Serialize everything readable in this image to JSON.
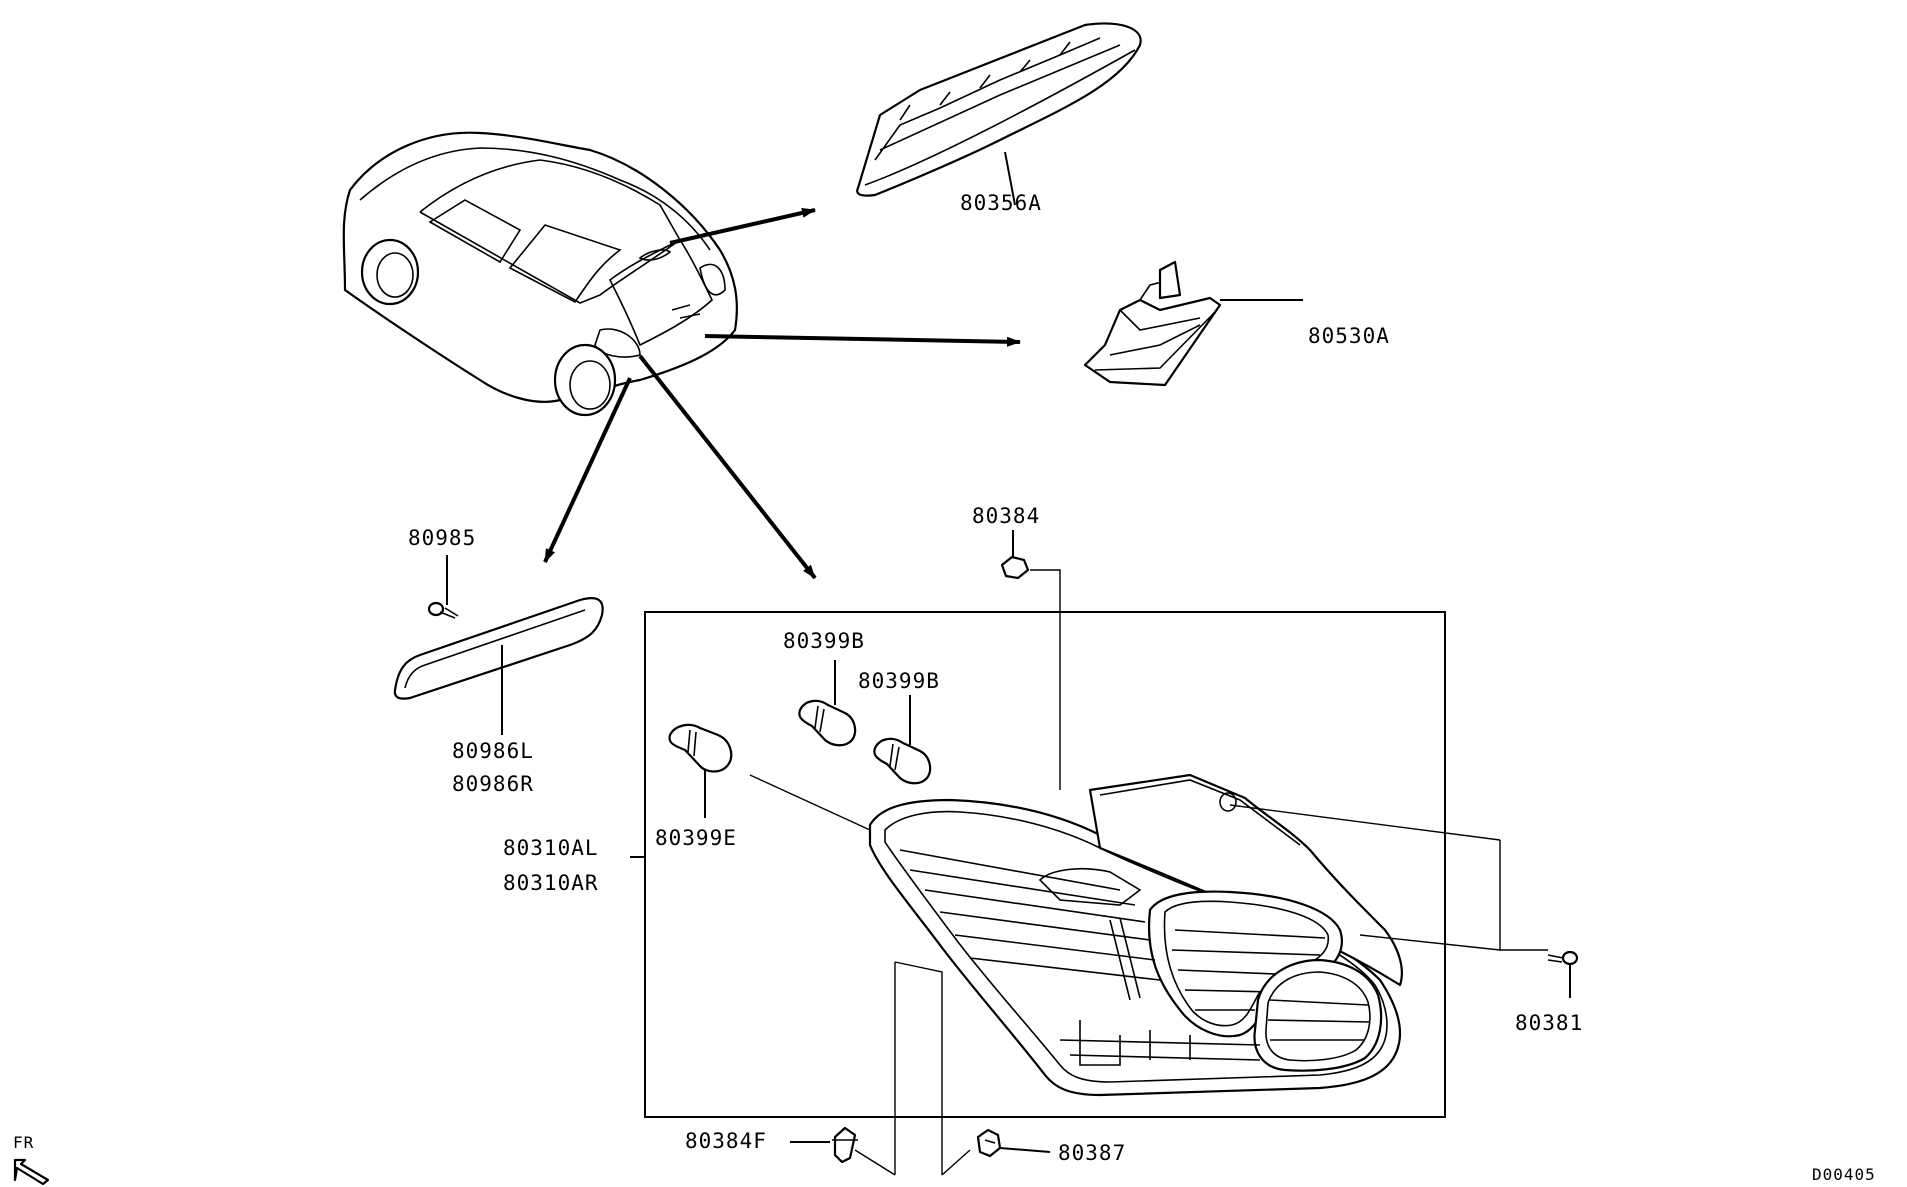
{
  "diagram_code": "D00405",
  "direction_marker": "FR",
  "part_labels": {
    "high_mount_stop_lamp": "80356A",
    "license_plate_lamp": "80530A",
    "reflector_screw": "80985",
    "reflector_left": "80986L",
    "reflector_right": "80986R",
    "clip_top": "80384",
    "bulb_b_1": "80399B",
    "bulb_b_2": "80399B",
    "bulb_e": "80399E",
    "combination_lamp_left": "80310AL",
    "combination_lamp_right": "80310AR",
    "screw_right": "80381",
    "clip_bottom": "80384F",
    "grommet_bottom": "80387"
  }
}
